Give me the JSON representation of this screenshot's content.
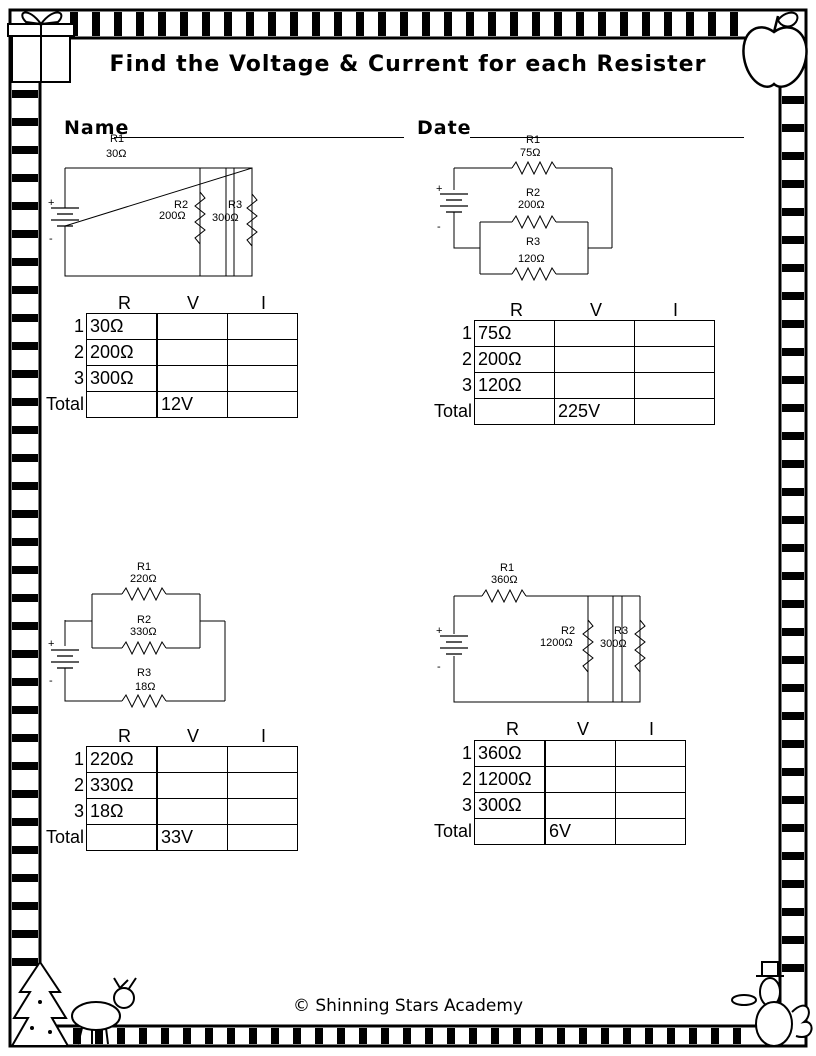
{
  "worksheet": {
    "title": "Find the Voltage & Current for each Resister",
    "name_label": "Name",
    "date_label": "Date",
    "footer": "© Shinning Stars Academy"
  },
  "table_headers": {
    "r": "R",
    "v": "V",
    "i": "I",
    "total": "Total"
  },
  "problems": [
    {
      "circuit": {
        "plus": "+",
        "minus": "-",
        "r1_label": "R1",
        "r1_value": "30Ω",
        "r2_label": "R2",
        "r2_value": "200Ω",
        "r3_label": "R3",
        "r3_value": "300Ω"
      },
      "rows": [
        {
          "num": "1",
          "r": "30Ω"
        },
        {
          "num": "2",
          "r": "200Ω"
        },
        {
          "num": "3",
          "r": "300Ω"
        }
      ],
      "total_v": "12V"
    },
    {
      "circuit": {
        "plus": "+",
        "minus": "-",
        "r1_label": "R1",
        "r1_value": "75Ω",
        "r2_label": "R2",
        "r2_value": "200Ω",
        "r3_label": "R3",
        "r3_value": "120Ω"
      },
      "rows": [
        {
          "num": "1",
          "r": "75Ω"
        },
        {
          "num": "2",
          "r": "200Ω"
        },
        {
          "num": "3",
          "r": "120Ω"
        }
      ],
      "total_v": "225V"
    },
    {
      "circuit": {
        "plus": "+",
        "minus": "-",
        "r1_label": "R1",
        "r1_value": "220Ω",
        "r2_label": "R2",
        "r2_value": "330Ω",
        "r3_label": "R3",
        "r3_value": "18Ω"
      },
      "rows": [
        {
          "num": "1",
          "r": "220Ω"
        },
        {
          "num": "2",
          "r": "330Ω"
        },
        {
          "num": "3",
          "r": "18Ω"
        }
      ],
      "total_v": "33V"
    },
    {
      "circuit": {
        "plus": "+",
        "minus": "-",
        "r1_label": "R1",
        "r1_value": "360Ω",
        "r2_label": "R2",
        "r2_value": "1200Ω",
        "r3_label": "R3",
        "r3_value": "300Ω"
      },
      "rows": [
        {
          "num": "1",
          "r": "360Ω"
        },
        {
          "num": "2",
          "r": "1200Ω"
        },
        {
          "num": "3",
          "r": "300Ω"
        }
      ],
      "total_v": "6V"
    }
  ]
}
